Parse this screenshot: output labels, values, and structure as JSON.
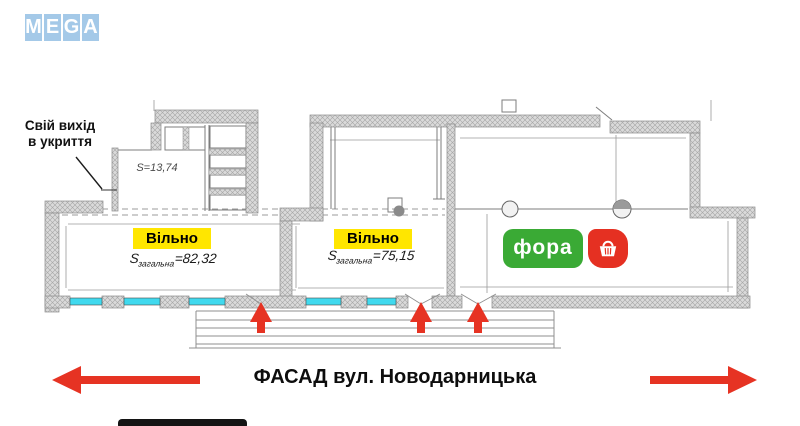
{
  "watermark": {
    "letters": [
      "M",
      "E",
      "G",
      "A"
    ]
  },
  "plan": {
    "shelter_note_line1": "Свій вихід",
    "shelter_note_line2": "в укриття",
    "small_room_area": "S=13,74",
    "unit1": {
      "status": "Вільно",
      "area_s": "S",
      "area_sub": "загальна",
      "area_eq": "=82,32"
    },
    "unit2": {
      "status": "Вільно",
      "area_s": "S",
      "area_sub": "загальна",
      "area_eq": "=75,15"
    },
    "tenant_name": "фора"
  },
  "facade": {
    "label": "ФАСАД вул. Новодарницька"
  },
  "icons": {
    "basket": "shopping-basket-icon",
    "entrance_arrows": "entrance-arrow-icon",
    "facade_arrows": "facade-direction-arrow-icon"
  },
  "colors": {
    "mega_blue": "#a4c9e8",
    "fora_green": "#3aaa35",
    "fora_red": "#e53022",
    "vacant_yellow": "#ffe600",
    "window_cyan": "#40d9ee",
    "arrow_red": "#e63323",
    "wall_gray": "#dadada"
  }
}
